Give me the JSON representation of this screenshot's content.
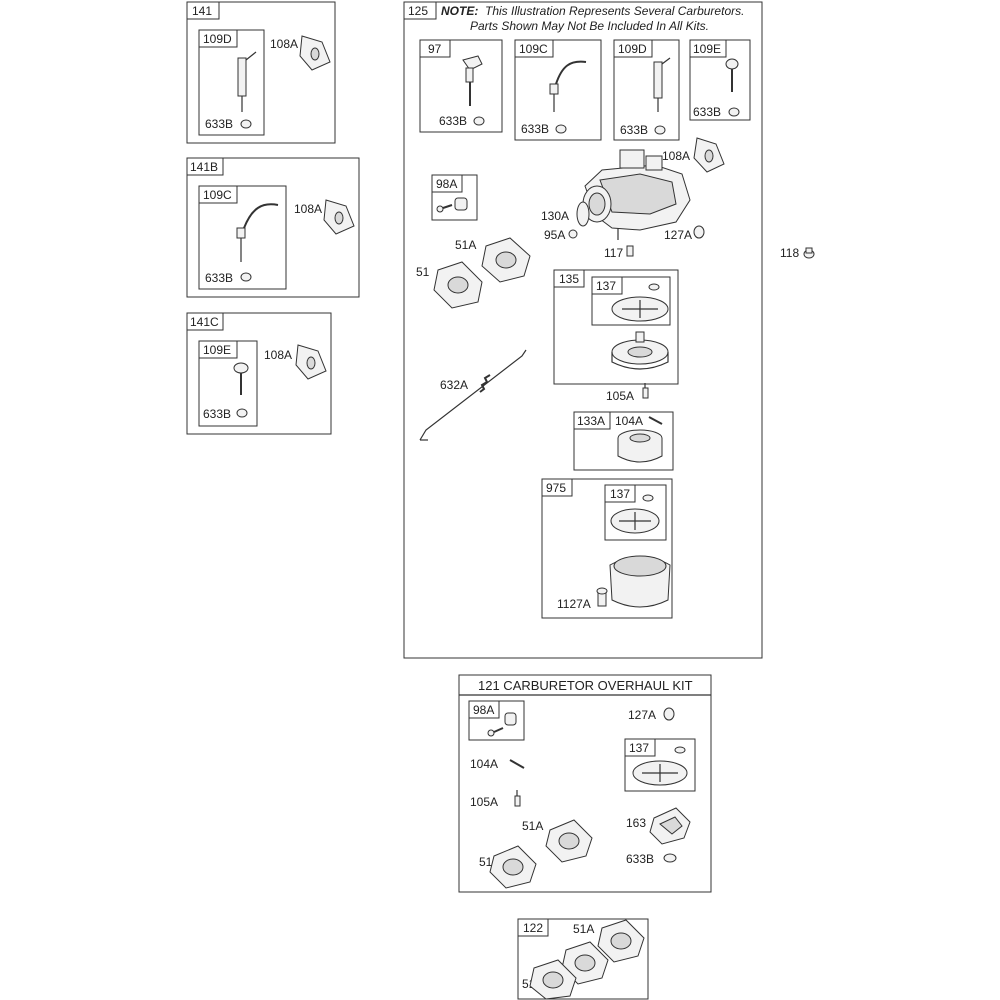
{
  "kit_141": {
    "number": "141",
    "tube": "109D",
    "plate": "108A",
    "washer": "633B"
  },
  "kit_141b": {
    "number": "141B",
    "tube": "109C",
    "plate": "108A",
    "washer": "633B"
  },
  "kit_141c": {
    "number": "141C",
    "tube": "109E",
    "plate": "108A",
    "washer": "633B"
  },
  "carburetor_125": {
    "number": "125",
    "note_lead": "NOTE:",
    "note_line1": "This Illustration Represents Several Carburetors.",
    "note_line2": "Parts Shown May Not Be Included In All Kits.",
    "sub_97": "97",
    "sub_97_washer": "633B",
    "sub_109c": "109C",
    "sub_109c_washer": "633B",
    "sub_109d": "109D",
    "sub_109d_washer": "633B",
    "sub_109e": "109E",
    "sub_109e_washer": "633B",
    "plate_108a": "108A",
    "sub_98a": "98A",
    "gasket_130a": "130A",
    "screw_95a": "95A",
    "jet_117": "117",
    "oring_127a": "127A",
    "gasket_51a": "51A",
    "gasket_51": "51",
    "sub_135": "135",
    "sub_135_137": "137",
    "needle_105a": "105A",
    "link_632a": "632A",
    "sub_133a": "133A",
    "pin_104a": "104A",
    "sub_975": "975",
    "sub_975_137": "137",
    "screw_1127a": "1127A"
  },
  "part_118": "118",
  "overhaul_kit_121": {
    "title": "121 CARBURETOR OVERHAUL KIT",
    "sub_98a": "98A",
    "oring_127a": "127A",
    "sub_137": "137",
    "pin_104a": "104A",
    "needle_105a": "105A",
    "gasket_51a": "51A",
    "gasket_163": "163",
    "gasket_51": "51",
    "washer_633b": "633B"
  },
  "gasket_set_122": {
    "number": "122",
    "gasket_51a": "51A",
    "gasket_51": "51"
  }
}
